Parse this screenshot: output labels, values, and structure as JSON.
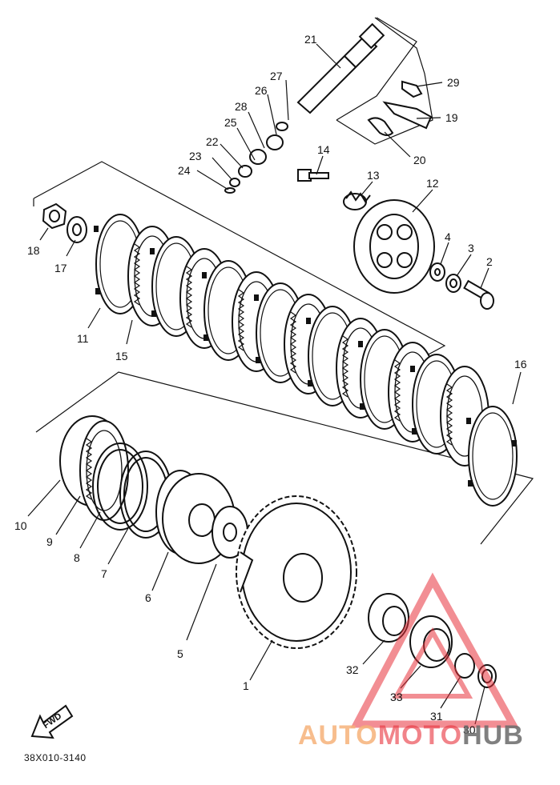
{
  "diagram": {
    "code": "38X010-3140",
    "fwd_label": "FWD",
    "callouts": [
      {
        "id": "21",
        "label": "21"
      },
      {
        "id": "29",
        "label": "29"
      },
      {
        "id": "27",
        "label": "27"
      },
      {
        "id": "26",
        "label": "26"
      },
      {
        "id": "19",
        "label": "19"
      },
      {
        "id": "28",
        "label": "28"
      },
      {
        "id": "25",
        "label": "25"
      },
      {
        "id": "20",
        "label": "20"
      },
      {
        "id": "22",
        "label": "22"
      },
      {
        "id": "14",
        "label": "14"
      },
      {
        "id": "23",
        "label": "23"
      },
      {
        "id": "24",
        "label": "24"
      },
      {
        "id": "13",
        "label": "13"
      },
      {
        "id": "12",
        "label": "12"
      },
      {
        "id": "18",
        "label": "18"
      },
      {
        "id": "17",
        "label": "17"
      },
      {
        "id": "4",
        "label": "4"
      },
      {
        "id": "3",
        "label": "3"
      },
      {
        "id": "2",
        "label": "2"
      },
      {
        "id": "11",
        "label": "11"
      },
      {
        "id": "15",
        "label": "15"
      },
      {
        "id": "16",
        "label": "16"
      },
      {
        "id": "10",
        "label": "10"
      },
      {
        "id": "9",
        "label": "9"
      },
      {
        "id": "8",
        "label": "8"
      },
      {
        "id": "7",
        "label": "7"
      },
      {
        "id": "6",
        "label": "6"
      },
      {
        "id": "5",
        "label": "5"
      },
      {
        "id": "1",
        "label": "1"
      },
      {
        "id": "32",
        "label": "32"
      },
      {
        "id": "33",
        "label": "33"
      },
      {
        "id": "31",
        "label": "31"
      },
      {
        "id": "30",
        "label": "30"
      }
    ]
  },
  "watermark": {
    "parts": [
      "AUTO",
      "MOTO",
      "HUB"
    ],
    "colors": [
      "#f6b27a",
      "#e8323c",
      "#6b6b6b"
    ]
  }
}
